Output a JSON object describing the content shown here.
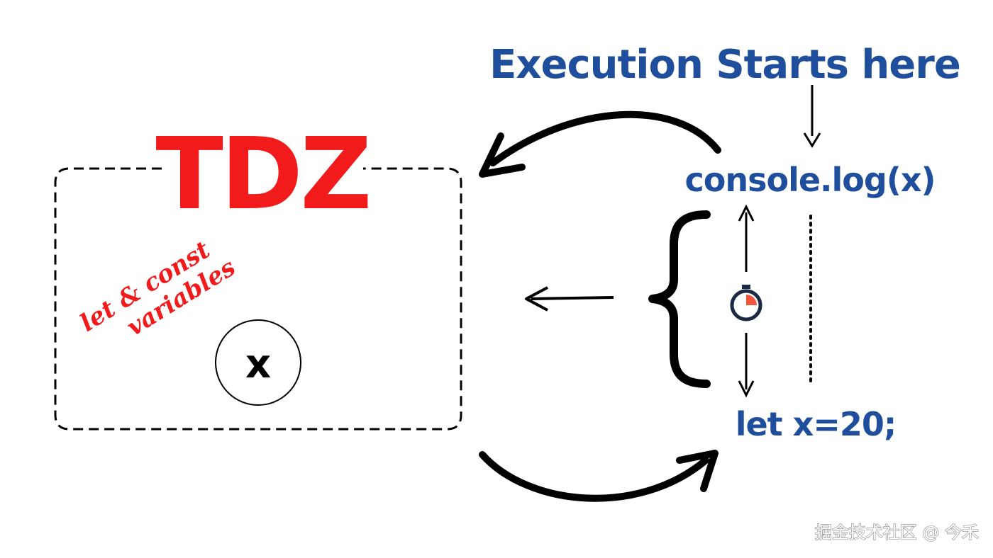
{
  "header": {
    "title": "Execution Starts here"
  },
  "code": {
    "console_line": "console.log(x)",
    "declaration_line": "let x=20;"
  },
  "tdz_box": {
    "label": "TDZ",
    "note_line1": "let & const",
    "note_line2": "variables",
    "variable": "x"
  },
  "watermark": {
    "text": "掘金技术社区 @ 今禾"
  },
  "colors": {
    "title_blue": "#1f4f9c",
    "tdz_red": "#f21b1b",
    "ink": "#000000",
    "timer_red": "#f0553a",
    "timer_navy": "#1b2a44"
  },
  "icons": {
    "timer": "stopwatch-icon"
  }
}
